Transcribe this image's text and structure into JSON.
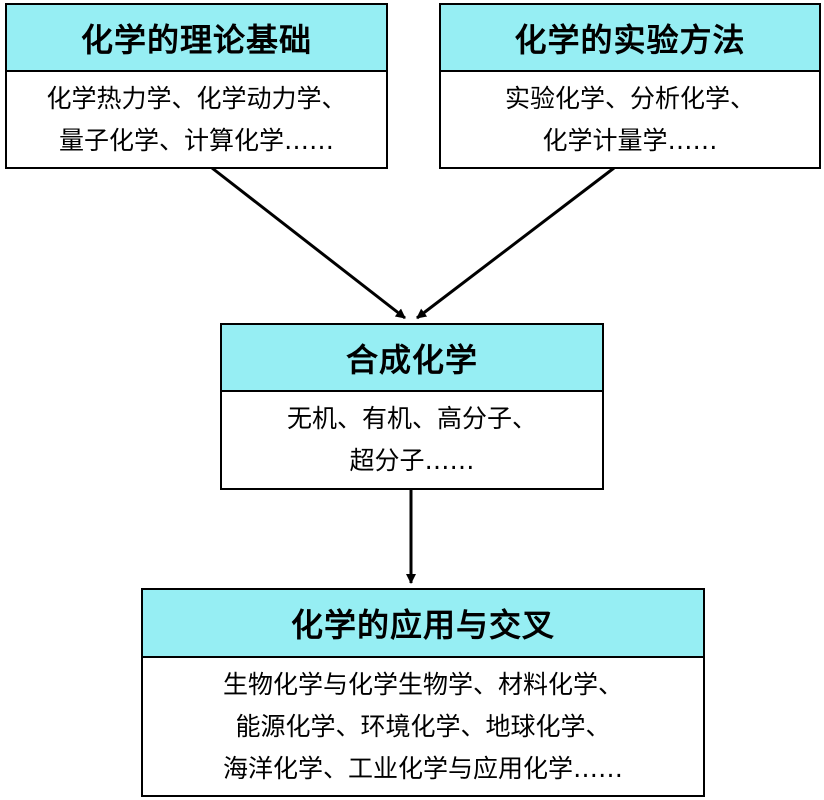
{
  "nodes": {
    "theory": {
      "title": "化学的理论基础",
      "lines": [
        "化学热力学、化学动力学、",
        "量子化学、计算化学……"
      ]
    },
    "experiment": {
      "title": "化学的实验方法",
      "lines": [
        "实验化学、分析化学、",
        "化学计量学……"
      ]
    },
    "synthesis": {
      "title": "合成化学",
      "lines": [
        "无机、有机、高分子、",
        "超分子……"
      ]
    },
    "application": {
      "title": "化学的应用与交叉",
      "lines": [
        "生物化学与化学生物学、材料化学、",
        "能源化学、环境化学、地球化学、",
        "海洋化学、工业化学与应用化学……"
      ]
    }
  },
  "colors": {
    "header_fill": "#96eef3",
    "border": "#000000",
    "arrow": "#000000"
  }
}
